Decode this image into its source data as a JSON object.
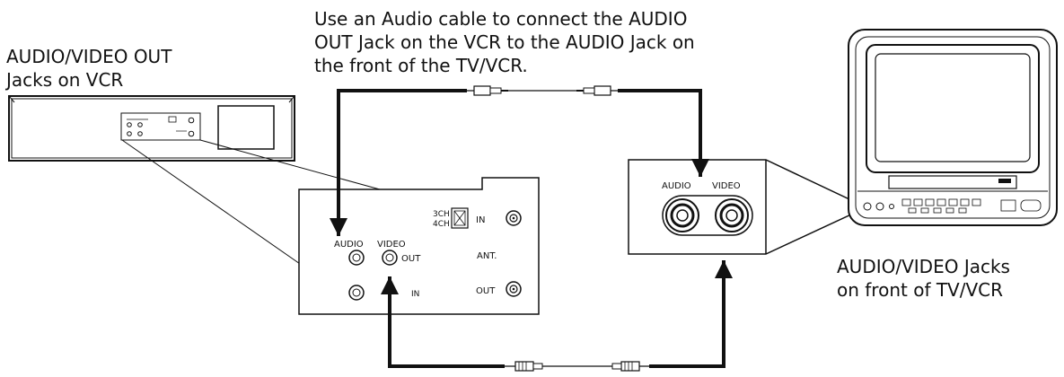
{
  "captions": {
    "top": [
      "Use an Audio cable to connect the AUDIO",
      "OUT Jack on the VCR to the AUDIO Jack on",
      "the front of the TV/VCR."
    ],
    "left": [
      "AUDIO/VIDEO OUT",
      "Jacks on VCR"
    ],
    "right": [
      "AUDIO/VIDEO Jacks",
      "on front of TV/VCR"
    ]
  },
  "vcr_panel": {
    "audio_label": "AUDIO",
    "video_label": "VIDEO",
    "out_label": "OUT",
    "in_label": "IN",
    "ch3_label": "3CH",
    "ch4_label": "4CH",
    "ant_in_label": "IN",
    "ant_label": "ANT.",
    "ant_out_label": "OUT"
  },
  "tv_panel": {
    "audio_label": "AUDIO",
    "video_label": "VIDEO"
  }
}
